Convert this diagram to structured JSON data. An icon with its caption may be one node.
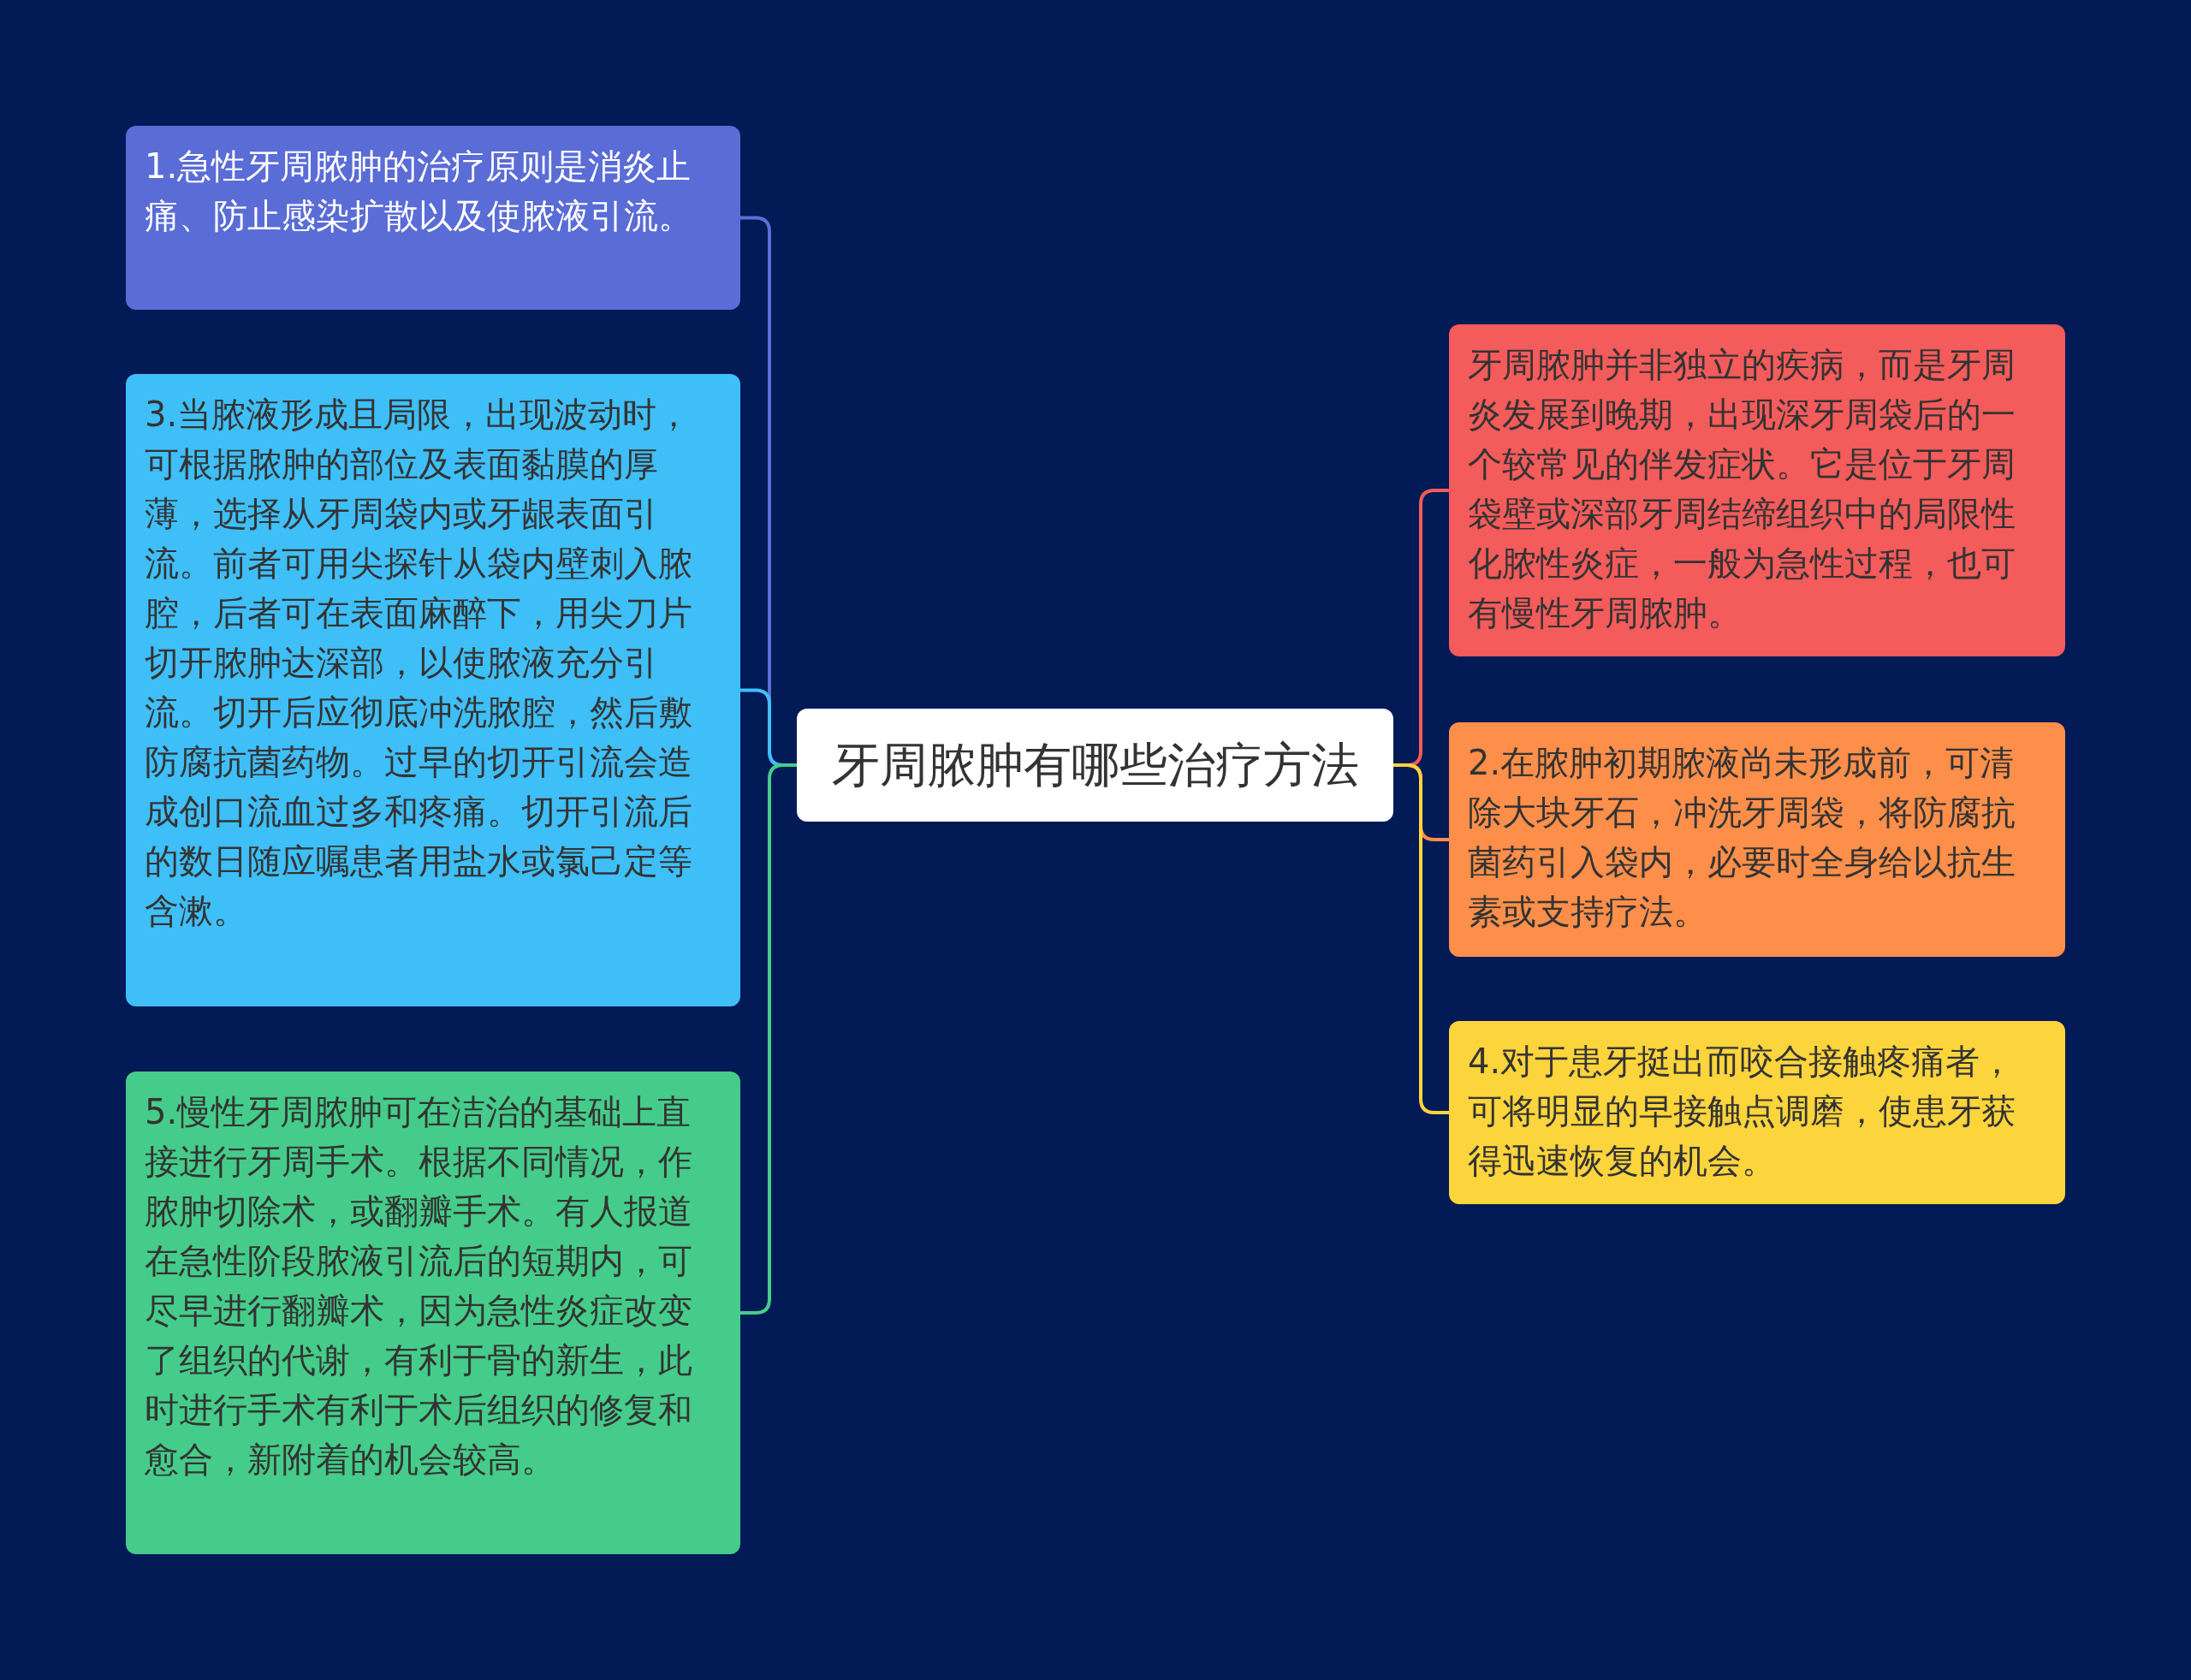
{
  "diagram": {
    "nodes": [
      {
        "text": [
          "牙周脓肿有哪些治疗方法"
        ]
      },
      {
        "text": [
          "1.急性牙周脓肿的治疗原则是消炎止痛、防止感染扩散以及使脓液引流。"
        ]
      },
      {
        "text": [
          "3.当脓液形成且局限，出现波动时，可根据脓肿的部位及表面黏膜的厚薄，选择从牙周袋内或牙龈表面引流。前者可用尖探针从袋内壁刺入脓腔，后者可在表面麻醉下，用尖刀片切开脓肿达深部，以使脓液充分引流。切开后应彻底冲洗脓腔，然后敷防腐抗菌药物。过早的切开引流会造成创口流血过多和疼痛。切开引流后的数日随应嘱患者用盐水或氯己定等含漱。"
        ]
      },
      {
        "text": [
          "5.慢性牙周脓肿可在洁治的基础上直接进行牙周手术。根据不同情况，作脓肿切除术，或翻瓣手术。有人报道在急性阶段脓液引流后的短期内，可尽早进行翻瓣术，因为急性炎症改变了组织的代谢，有利于骨的新生，此时进行手术有利于术后组织的修复和愈合，新附着的机会较高。"
        ]
      },
      {
        "text": [
          "牙周脓肿并非独立的疾病，而是牙周炎发展到晚期，出现深牙周袋后的一个较常见的伴发症状。它是位于牙周袋壁或深部牙周结缔组织中的局限性化脓性炎症，一般为急性过程，也可有慢性牙周脓肿。"
        ]
      },
      {
        "text": [
          "2.在脓肿初期脓液尚未形成前，可清除大块牙石，冲洗牙周袋，将防腐抗菌药引入袋内，必要时全身给以抗生素或支持疗法。"
        ]
      },
      {
        "text": [
          "4.对于患牙挺出而咬合接触疼痛者，可将明显的早接触点调磨，使患牙获得迅速恢复的机会。"
        ]
      }
    ],
    "edges": [
      {
        "from": 0,
        "to": 1,
        "arrow": "none",
        "color": "#5b6fd8"
      },
      {
        "from": 0,
        "to": 2,
        "arrow": "none",
        "color": "#3fbff8"
      },
      {
        "from": 0,
        "to": 3,
        "arrow": "none",
        "color": "#45cc8a"
      },
      {
        "from": 0,
        "to": 4,
        "arrow": "none",
        "color": "#f45b5b"
      },
      {
        "from": 0,
        "to": 5,
        "arrow": "none",
        "color": "#fd8f4a"
      },
      {
        "from": 0,
        "to": 6,
        "arrow": "none",
        "color": "#fcd43c"
      }
    ]
  }
}
